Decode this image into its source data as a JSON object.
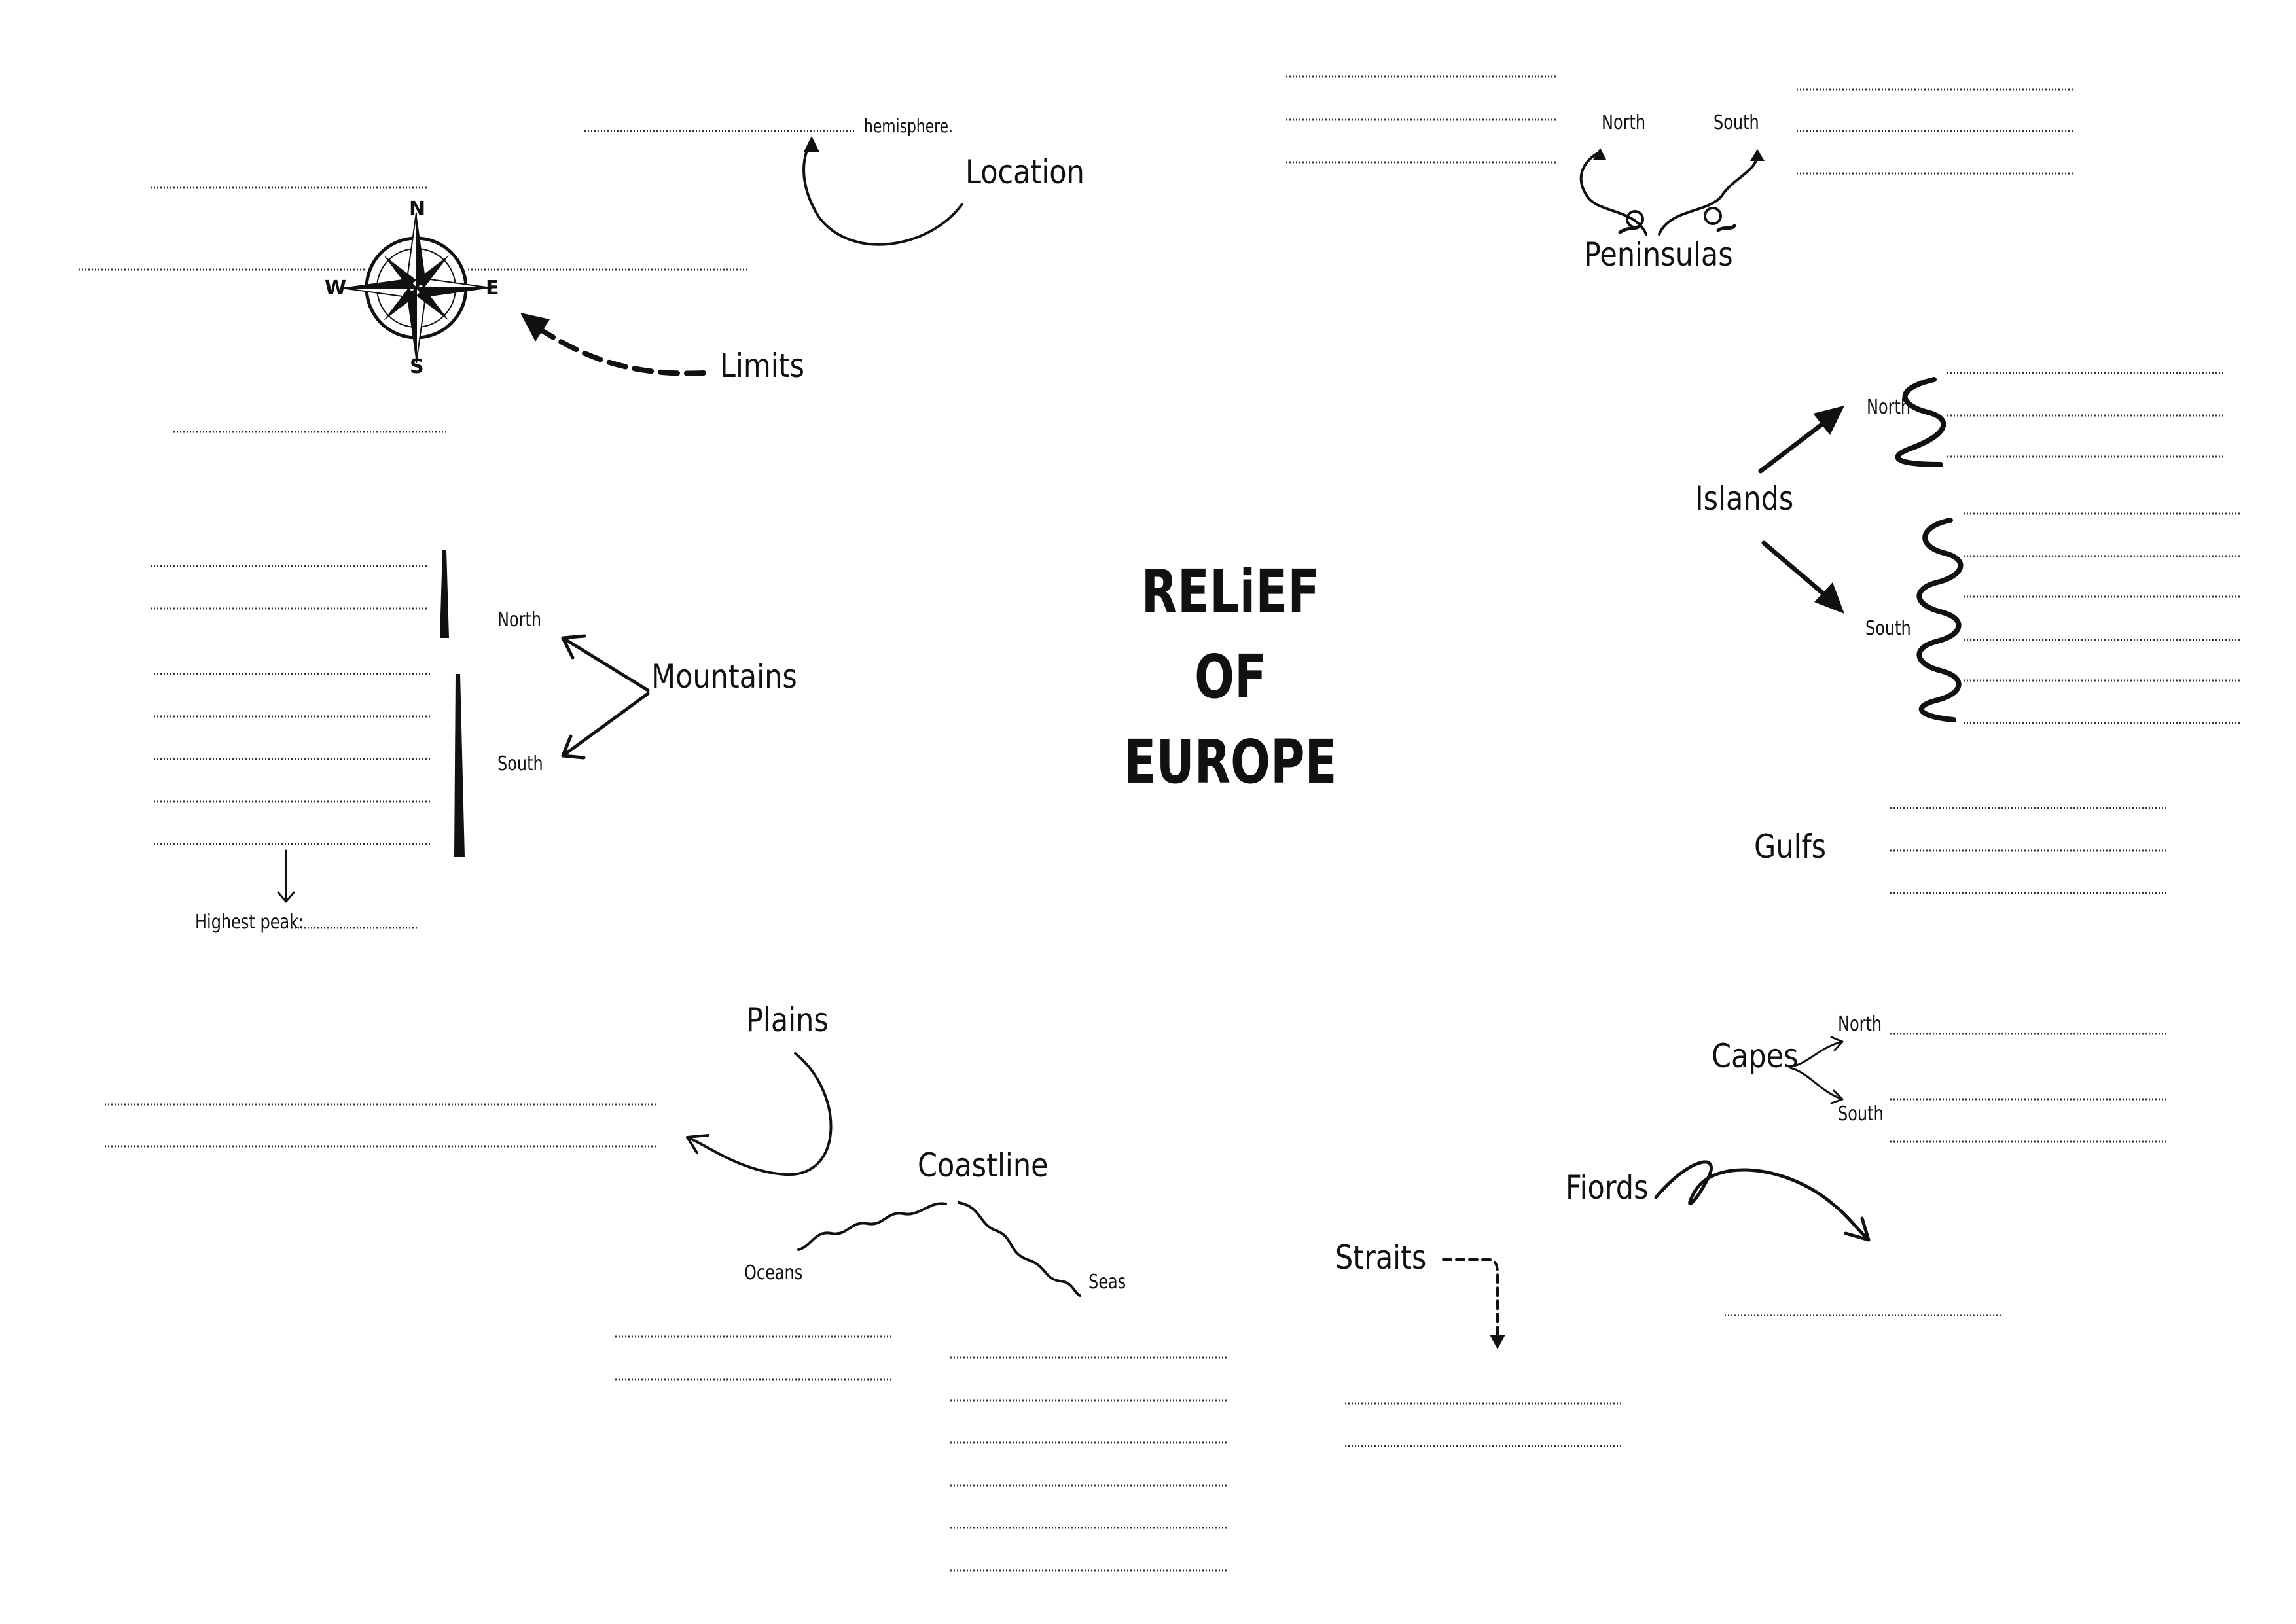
{
  "title": [
    "RELiEF",
    "OF",
    "EUROPE"
  ],
  "location": {
    "label": "Location",
    "hemisphere": "hemisphere."
  },
  "limits": {
    "label": "Limits"
  },
  "compass": {
    "n": "N",
    "s": "S",
    "e": "E",
    "w": "W"
  },
  "peninsulas": {
    "label": "Peninsulas",
    "north": "North",
    "south": "South"
  },
  "islands": {
    "label": "Islands",
    "north": "North",
    "south": "South"
  },
  "mountains": {
    "label": "Mountains",
    "north": "North",
    "south": "South",
    "highest_peak": "Highest peak:"
  },
  "gulfs": {
    "label": "Gulfs"
  },
  "capes": {
    "label": "Capes",
    "north": "North",
    "south": "South"
  },
  "plains": {
    "label": "Plains"
  },
  "coastline": {
    "label": "Coastline",
    "oceans": "Oceans",
    "seas": "Seas"
  },
  "fiords": {
    "label": "Fiords"
  },
  "straits": {
    "label": "Straits"
  }
}
